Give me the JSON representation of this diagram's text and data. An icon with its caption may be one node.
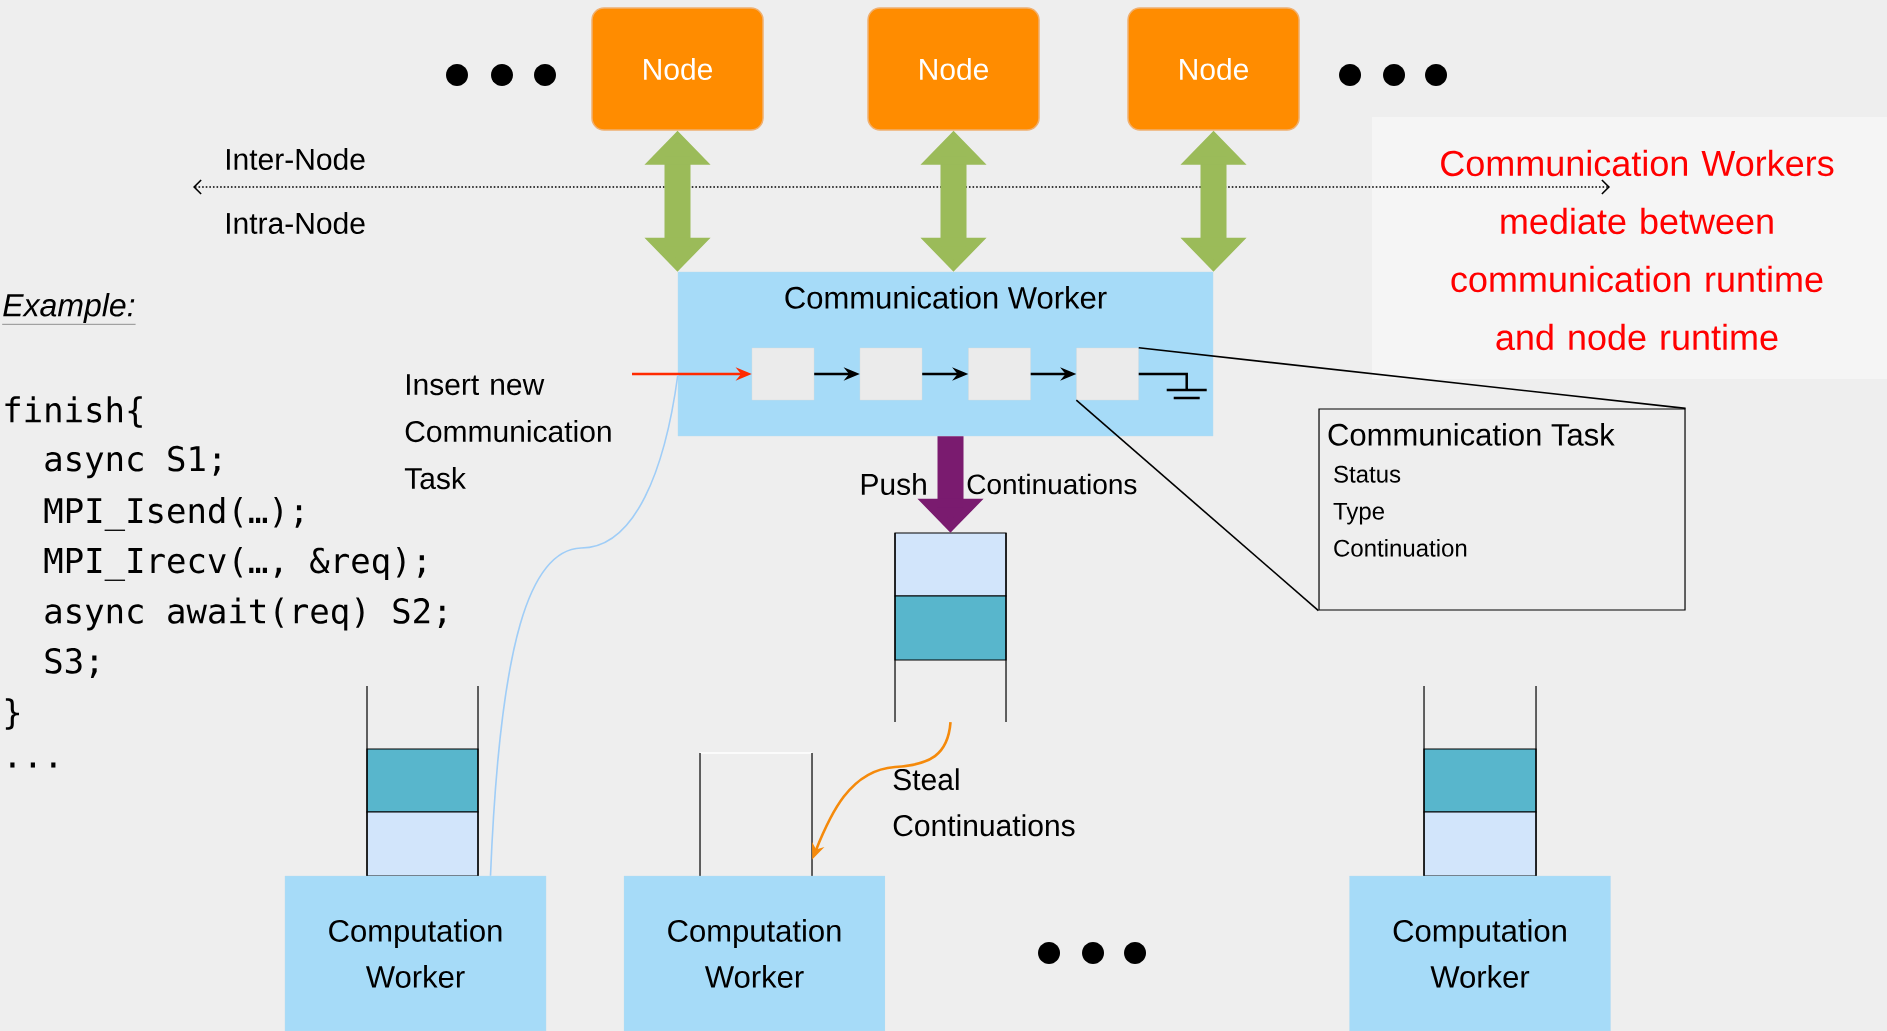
{
  "diagram": {
    "nodes": [
      {
        "text": [
          "Node"
        ]
      },
      {
        "text": [
          "Node"
        ]
      },
      {
        "text": [
          "Node"
        ]
      },
      {
        "text": [
          "Communication Worker"
        ]
      },
      {
        "text": [],
        "shape": "box",
        "in": 3
      },
      {
        "text": [],
        "shape": "box",
        "in": 3
      },
      {
        "text": [],
        "shape": "box",
        "in": 3
      },
      {
        "text": [],
        "shape": "box",
        "in": 3
      },
      {
        "text": [
          "Communication Task",
          "Status",
          "Type",
          "Continuation"
        ]
      },
      {
        "text": [],
        "shape": "stack"
      },
      {
        "text": [],
        "shape": "stack"
      },
      {
        "text": [],
        "shape": "stack"
      },
      {
        "text": [],
        "shape": "stack"
      },
      {
        "text": [
          "Computation Worker"
        ]
      },
      {
        "text": [
          "Computation Worker"
        ]
      },
      {
        "text": [
          "Computation Worker"
        ]
      }
    ],
    "edges": [
      {
        "from": 0,
        "to": 3,
        "arrow": "both",
        "style": "thick",
        "color": "#9bbb59"
      },
      {
        "from": 1,
        "to": 3,
        "arrow": "both",
        "style": "thick",
        "color": "#9bbb59"
      },
      {
        "from": 2,
        "to": 3,
        "arrow": "both",
        "style": "thick",
        "color": "#9bbb59"
      },
      {
        "from": null,
        "to": 4,
        "arrow": "to",
        "color": "#ff2a00"
      },
      {
        "from": 4,
        "to": 5,
        "arrow": "to"
      },
      {
        "from": 5,
        "to": 6,
        "arrow": "to"
      },
      {
        "from": 6,
        "to": 7,
        "arrow": "to"
      },
      {
        "from": 3,
        "to": 9,
        "arrow": "to",
        "style": "thick",
        "color": "#7a1b6f"
      },
      {
        "from": 9,
        "to": 11,
        "arrow": "to",
        "color": "#f58a0b"
      },
      {
        "from": 13,
        "to": 3,
        "arrow": "none",
        "color": "#9fcdf7"
      },
      {
        "from": 7,
        "to": 8,
        "arrow": "none"
      },
      {
        "from": 7,
        "to": 8,
        "arrow": "none"
      }
    ],
    "labels": [
      "Inter-Node",
      "Intra-Node",
      "Communication Workers mediate between communication runtime and node runtime",
      "Example:",
      "finish{",
      "async S1;",
      "MPI_Isend(…);",
      "MPI_Irecv(…, &req);",
      "async await(req) S2;",
      "S3;",
      "}",
      "...",
      "Insert new Communication Task",
      "Push",
      "Continuations",
      "Steal Continuations"
    ]
  }
}
